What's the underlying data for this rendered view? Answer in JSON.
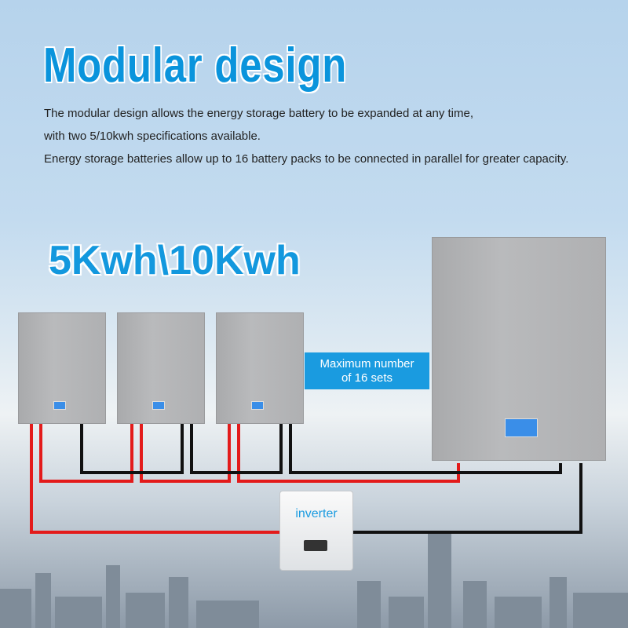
{
  "header": {
    "title": "Modular design",
    "description": [
      "The modular design allows the energy storage battery to be expanded at any time,",
      "with two 5/10kwh specifications available.",
      "Energy storage batteries allow up to 16 battery packs to be connected in parallel for greater capacity."
    ]
  },
  "capacity_label": "5Kwh\\10Kwh",
  "callout": {
    "line1": "Maximum number",
    "line2": "of 16 sets"
  },
  "inverter": {
    "label": "inverter"
  },
  "colors": {
    "accent": "#0a94dc",
    "positive_wire": "#e31b1b",
    "negative_wire": "#111111"
  }
}
